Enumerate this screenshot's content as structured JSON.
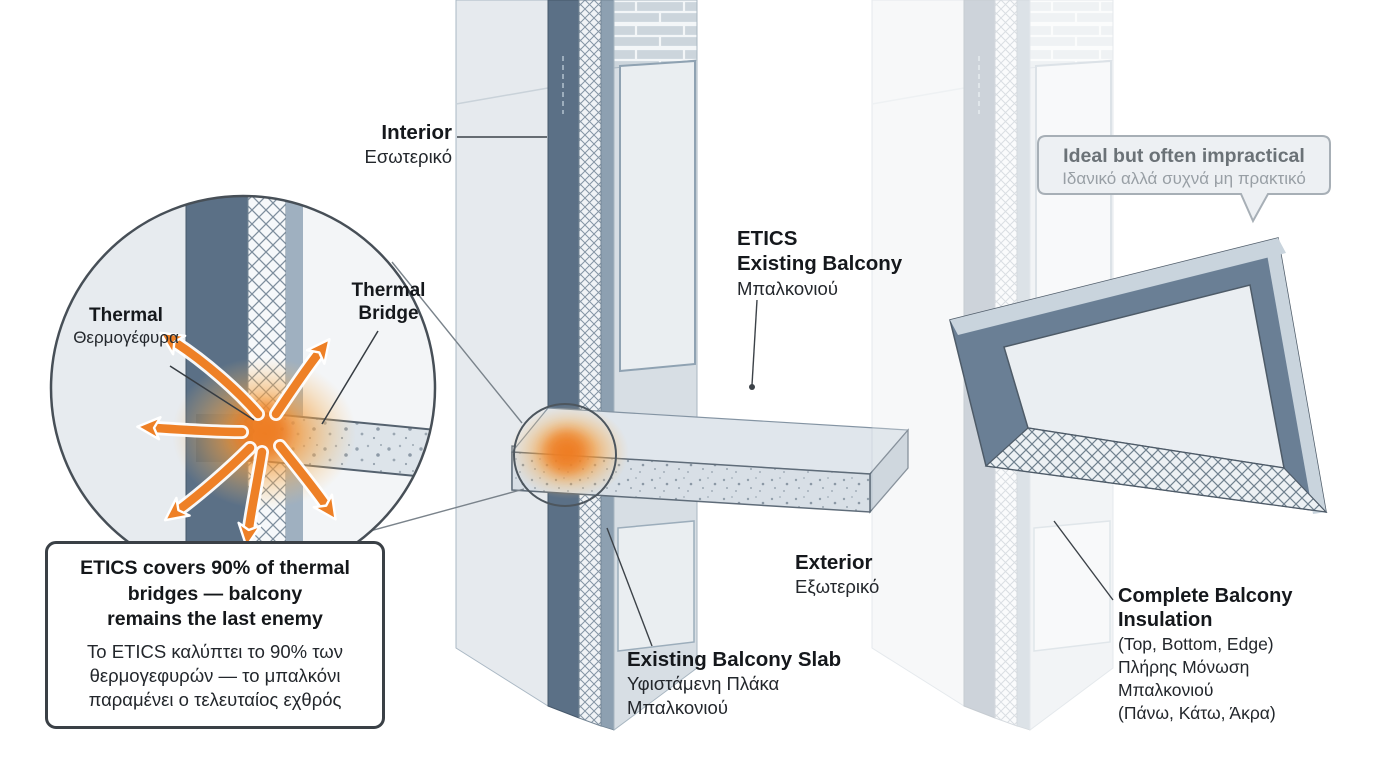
{
  "detail": {
    "thermal": {
      "en": "Thermal",
      "el": "Θερμογέφυρα"
    },
    "bridge": {
      "line1": "Thermal",
      "line2": "Bridge"
    }
  },
  "callout": {
    "en_lines": [
      "ETICS covers 90% of thermal",
      "bridges — balcony",
      "remains the last enemy"
    ],
    "el_lines": [
      "Το ETICS καλύπτει το 90% των",
      "θερμογεφυρών — το μπαλκόνι",
      "παραμένει ο τελευταίος εχθρός"
    ]
  },
  "wall": {
    "interior": {
      "en": "Interior",
      "el": "Εσωτερικό"
    },
    "etics": {
      "line1": "ETICS",
      "line2": "Existing Balcony",
      "line3": "Μπαλκονιού"
    },
    "exterior": {
      "en": "Exterior",
      "el": "Εξωτερικό"
    },
    "slab": {
      "line1": "Existing Balcony Slab",
      "line2": "Υφιστάμενη Πλάκα",
      "line3": "Μπαλκονιού"
    }
  },
  "ideal": {
    "bubble": {
      "en": "Ideal but often impractical",
      "el": "Ιδανικό αλλά συχνά μη πρακτικό"
    },
    "insulation": {
      "line1": "Complete Balcony",
      "line2": "Insulation",
      "line3": "(Top, Bottom, Edge)",
      "line4": "Πλήρης Μόνωση",
      "line5": "Μπαλκονιού",
      "line6": "(Πάνω, Κάτω, Άκρα)"
    }
  },
  "colors": {
    "wall_core": "#5b7086",
    "wall_face_light": "#e6eaee",
    "accent_orange": "#ee8026",
    "glow_orange": "#f49a3c",
    "text_dark": "#15181c",
    "muted_gray": "#6b7277"
  }
}
